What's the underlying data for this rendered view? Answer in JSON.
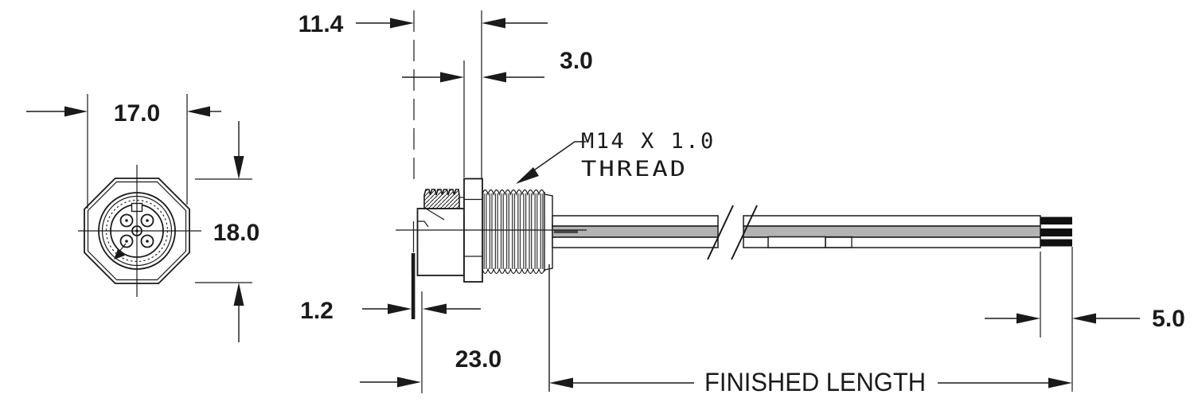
{
  "labels": {
    "thread_spec": "M14 X 1.0",
    "thread_spec_2": "THREAD",
    "finished_length": "FINISHED LENGTH"
  },
  "dimensions": {
    "face_width": "17.0",
    "face_height": "18.0",
    "rear_body_length": "11.4",
    "flange_thickness": "3.0",
    "panel_thickness": "1.2",
    "overall_length": "23.0",
    "strip_length": "5.0"
  },
  "front_view": {
    "pin_count": 5
  },
  "colors": {
    "line": "#1a1a1a",
    "background": "#ffffff",
    "wire_mid_fill": "#b3b3b3",
    "conductor_fill": "#111111"
  }
}
